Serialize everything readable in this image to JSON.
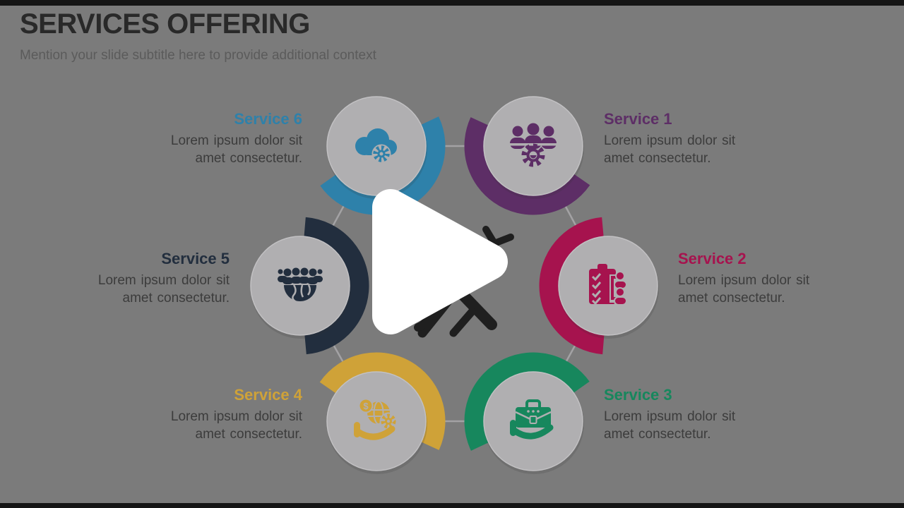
{
  "slide": {
    "title": "SERVICES OFFERING",
    "subtitle": "Mention your slide subtitle here to provide additional context",
    "services": [
      {
        "label": "Service 1",
        "description": "Lorem ipsum dolor sit amet consectetur.",
        "color": "#5d2e66",
        "icon": "team-gear-icon"
      },
      {
        "label": "Service 2",
        "description": "Lorem ipsum dolor sit amet consectetur.",
        "color": "#a6134e",
        "icon": "clipboard-checklist-icon"
      },
      {
        "label": "Service 3",
        "description": "Lorem ipsum dolor sit amet consectetur.",
        "color": "#17875d",
        "icon": "hand-briefcase-icon"
      },
      {
        "label": "Service 4",
        "description": "Lorem ipsum dolor sit amet consectetur.",
        "color": "#cfa238",
        "icon": "global-finance-icon"
      },
      {
        "label": "Service 5",
        "description": "Lorem ipsum dolor sit amet consectetur.",
        "color": "#222e3e",
        "icon": "people-globe-icon"
      },
      {
        "label": "Service 6",
        "description": "Lorem ipsum dolor sit amet consectetur.",
        "color": "#2e81aa",
        "icon": "cloud-gear-icon"
      }
    ],
    "center_icon": "crossed-tools-icon"
  },
  "player": {
    "play_button_icon": "play-icon"
  },
  "colors": {
    "background": "#7b7b7b",
    "letterbox": "#151515",
    "circle_fill": "#b0afb1",
    "circle_edge": "#c2c1c3",
    "connector": "#a3a2a4",
    "play_button": "#ffffff",
    "tools": "#1f1f1f",
    "title_text": "#292929",
    "subtitle_text": "#5b5b5b",
    "body_text": "#3c3c3c"
  }
}
